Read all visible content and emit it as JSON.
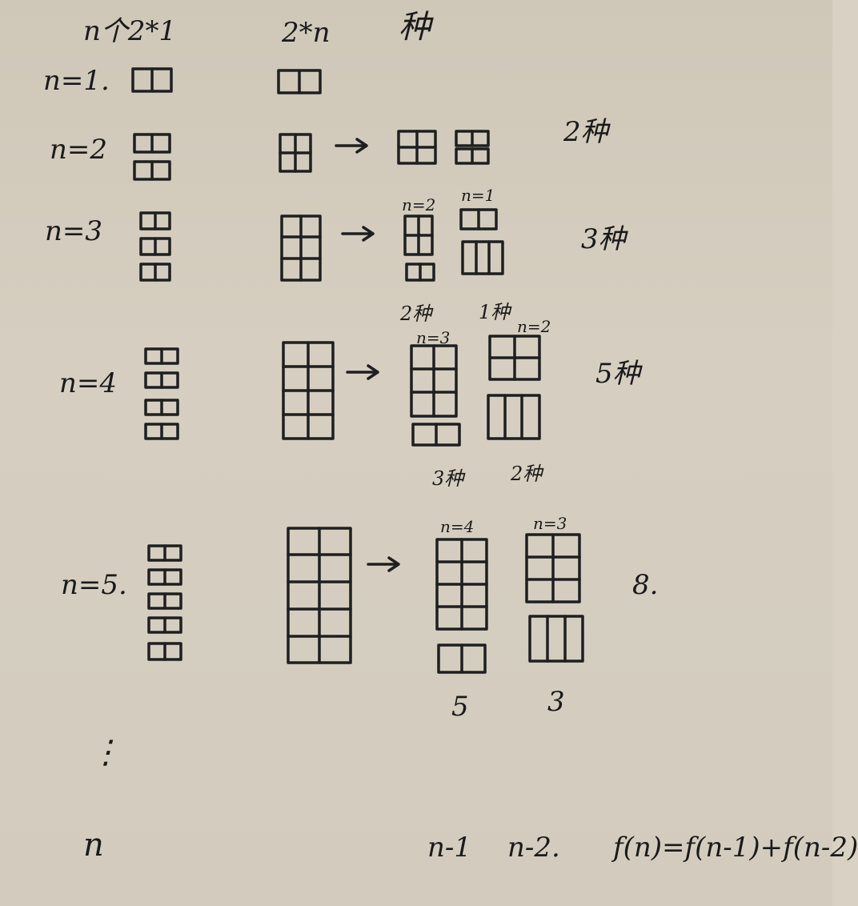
{
  "headers": {
    "col1": "n个2*1",
    "col2": "2*n",
    "col3": "种"
  },
  "rows": [
    {
      "label": "n=1."
    },
    {
      "label": "n=2",
      "count": "2种"
    },
    {
      "label": "n=3",
      "sub_left": "n=2",
      "sub_right": "n=1",
      "count": "3种"
    },
    {
      "label": "n=4",
      "above_left": "2种",
      "above_right": "1种",
      "sub_left": "n=3",
      "sub_right": "n=2",
      "count": "5种"
    },
    {
      "label": "n=5.",
      "above_left": "3种",
      "above_right": "2种",
      "sub_left": "n=4",
      "sub_right": "n=3",
      "count": "8.",
      "below_left": "5",
      "below_right": "3"
    }
  ],
  "ellipsis": "⋮",
  "general": {
    "label": "n",
    "left": "n-1",
    "right": "n-2.",
    "formula": "f(n)=f(n-1)+f(n-2)"
  }
}
